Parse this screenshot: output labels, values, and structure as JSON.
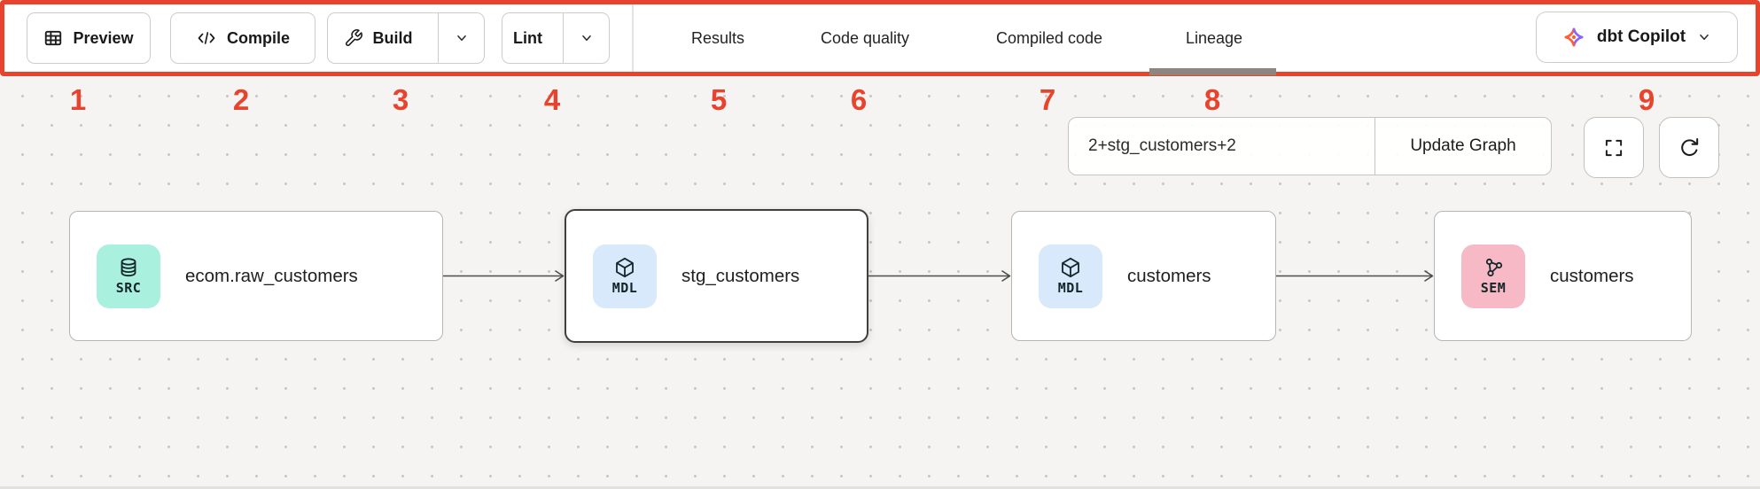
{
  "toolbar": {
    "preview": {
      "label": "Preview"
    },
    "compile": {
      "label": "Compile"
    },
    "build": {
      "label": "Build"
    },
    "lint": {
      "label": "Lint"
    },
    "tabs": [
      {
        "label": "Results",
        "active": false
      },
      {
        "label": "Code quality",
        "active": false
      },
      {
        "label": "Compiled code",
        "active": false
      },
      {
        "label": "Lineage",
        "active": true
      }
    ],
    "copilot_label": "dbt Copilot"
  },
  "annotations": {
    "accent_color": "#e8432d",
    "numbers": [
      "1",
      "2",
      "3",
      "4",
      "5",
      "6",
      "7",
      "8",
      "9"
    ]
  },
  "lineage": {
    "selector_value": "2+stg_customers+2",
    "update_button_label": "Update Graph",
    "nodes": [
      {
        "badge": "SRC",
        "badge_color": "#a9f1de",
        "icon": "database-icon",
        "label": "ecom.raw_customers",
        "selected": false
      },
      {
        "badge": "MDL",
        "badge_color": "#d9e9fc",
        "icon": "cube-icon",
        "label": "stg_customers",
        "selected": true
      },
      {
        "badge": "MDL",
        "badge_color": "#d9e9fc",
        "icon": "cube-icon",
        "label": "customers",
        "selected": false
      },
      {
        "badge": "SEM",
        "badge_color": "#f6b9c5",
        "icon": "semantic-model-icon",
        "label": "customers",
        "selected": false
      }
    ]
  }
}
